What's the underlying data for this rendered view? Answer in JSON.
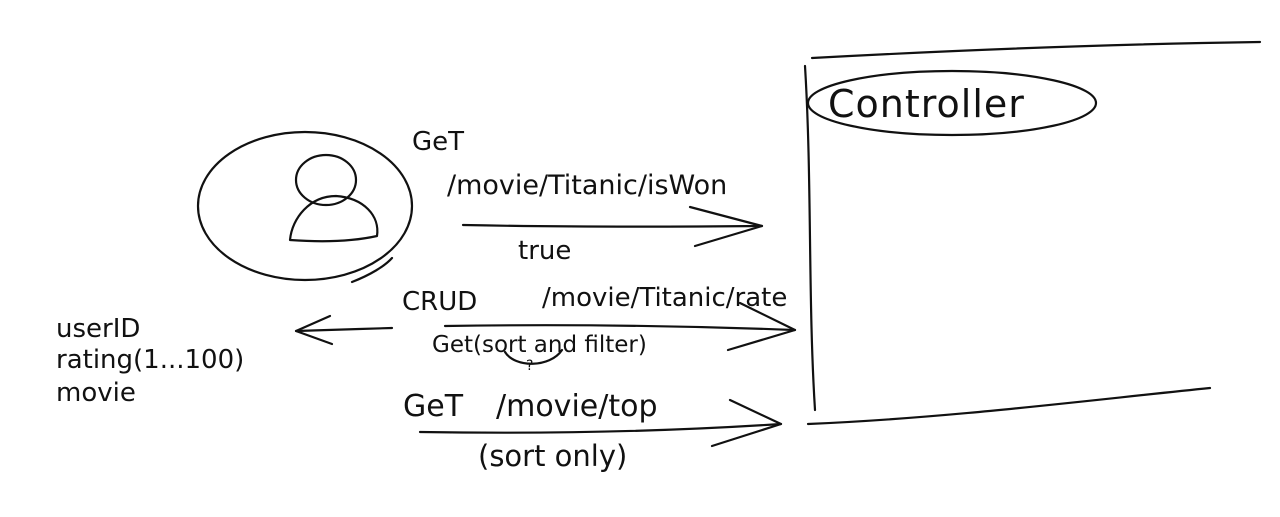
{
  "colors": {
    "ink": "#111111",
    "paper": "#ffffff"
  },
  "controller": {
    "label": "Controller"
  },
  "user": {
    "icon": "person-icon"
  },
  "request_is_won": {
    "method": "GeT",
    "path": "/movie/Titanic/isWon",
    "response": "true"
  },
  "request_rate": {
    "method": "CRUD",
    "path": "/movie/Titanic/rate",
    "note": "Get(sort and filter)",
    "question": "?"
  },
  "rating_fields": [
    "userID",
    "rating(1...100)",
    "movie"
  ],
  "request_top": {
    "method": "GeT",
    "path": "/movie/top",
    "note": "(sort only)"
  }
}
